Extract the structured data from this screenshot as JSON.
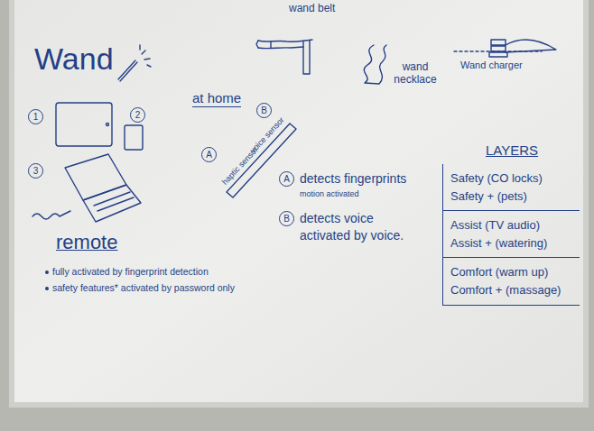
{
  "diagram": {
    "title": "Wand",
    "nodes": [
      {
        "text": [
          "LAYERS",
          "Safety (CO locks)",
          "Safety + (pets)",
          "Assist (TV audio)",
          "Assist + (watering)",
          "Comfort (warm up)",
          "Comfort + (massage)"
        ]
      }
    ],
    "labels": [
      "wand belt",
      "wand necklace",
      "Wand charger",
      "at home",
      "1",
      "2",
      "3",
      "B",
      "voice sensor",
      "A",
      "haptic sensor",
      "A",
      "detects fingerprints",
      "motion activated",
      "B",
      "detects voice",
      "activated by voice.",
      "remote",
      "fully activated by fingerprint detection",
      "safety features* activated by password only"
    ]
  }
}
